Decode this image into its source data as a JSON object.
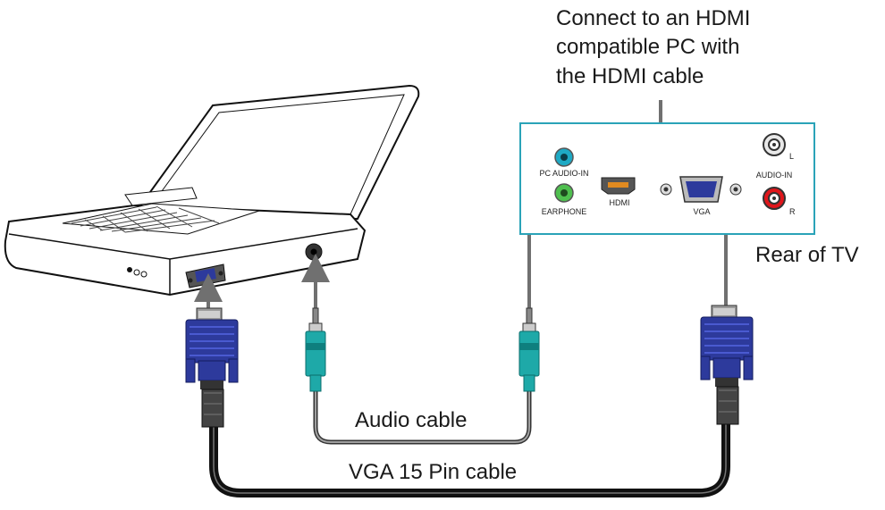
{
  "callout": {
    "line1": "Connect to an HDMI",
    "line2": "compatible PC with",
    "line3": "the HDMI cable"
  },
  "tv_panel": {
    "caption": "Rear of TV",
    "pc_audio_in": "PC AUDIO-IN",
    "earphone": "EARPHONE",
    "hdmi": "HDMI",
    "vga": "VGA",
    "audio_in": "AUDIO-IN",
    "left": "L",
    "right": "R"
  },
  "cables": {
    "audio": "Audio cable",
    "vga": "VGA 15 Pin cable"
  },
  "colors": {
    "panel_border": "#2aa3b8",
    "vga_plug": "#2d3a9c",
    "audio_plug": "#1ea9a8",
    "arrow": "#707070",
    "cable_black": "#111111",
    "cable_gray": "#8a8a8a",
    "port_green": "#4fbf4f",
    "port_red": "#e0161b"
  }
}
